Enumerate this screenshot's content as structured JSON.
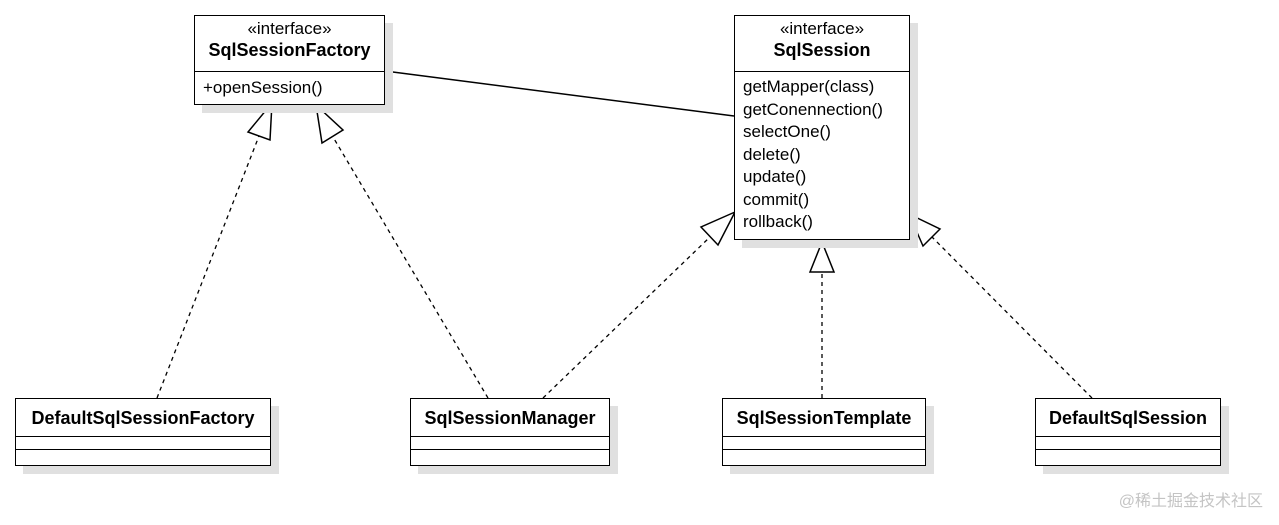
{
  "classes": {
    "sql_session_factory": {
      "stereotype": "«interface»",
      "name": "SqlSessionFactory",
      "members": [
        "+openSession()"
      ]
    },
    "sql_session": {
      "stereotype": "«interface»",
      "name": "SqlSession",
      "members": [
        "getMapper(class)",
        "getConennection()",
        "selectOne()",
        "delete()",
        "update()",
        "commit()",
        "rollback()"
      ]
    },
    "default_sql_session_factory": {
      "name": "DefaultSqlSessionFactory"
    },
    "sql_session_manager": {
      "name": "SqlSessionManager"
    },
    "sql_session_template": {
      "name": "SqlSessionTemplate"
    },
    "default_sql_session": {
      "name": "DefaultSqlSession"
    }
  },
  "relations": [
    {
      "type": "association",
      "from": "SqlSessionFactory",
      "to": "SqlSession"
    },
    {
      "type": "realization",
      "from": "DefaultSqlSessionFactory",
      "to": "SqlSessionFactory"
    },
    {
      "type": "realization",
      "from": "SqlSessionManager",
      "to": "SqlSessionFactory"
    },
    {
      "type": "realization",
      "from": "SqlSessionManager",
      "to": "SqlSession"
    },
    {
      "type": "realization",
      "from": "SqlSessionTemplate",
      "to": "SqlSession"
    },
    {
      "type": "realization",
      "from": "DefaultSqlSession",
      "to": "SqlSession"
    }
  ],
  "watermark": "@稀土掘金技术社区"
}
